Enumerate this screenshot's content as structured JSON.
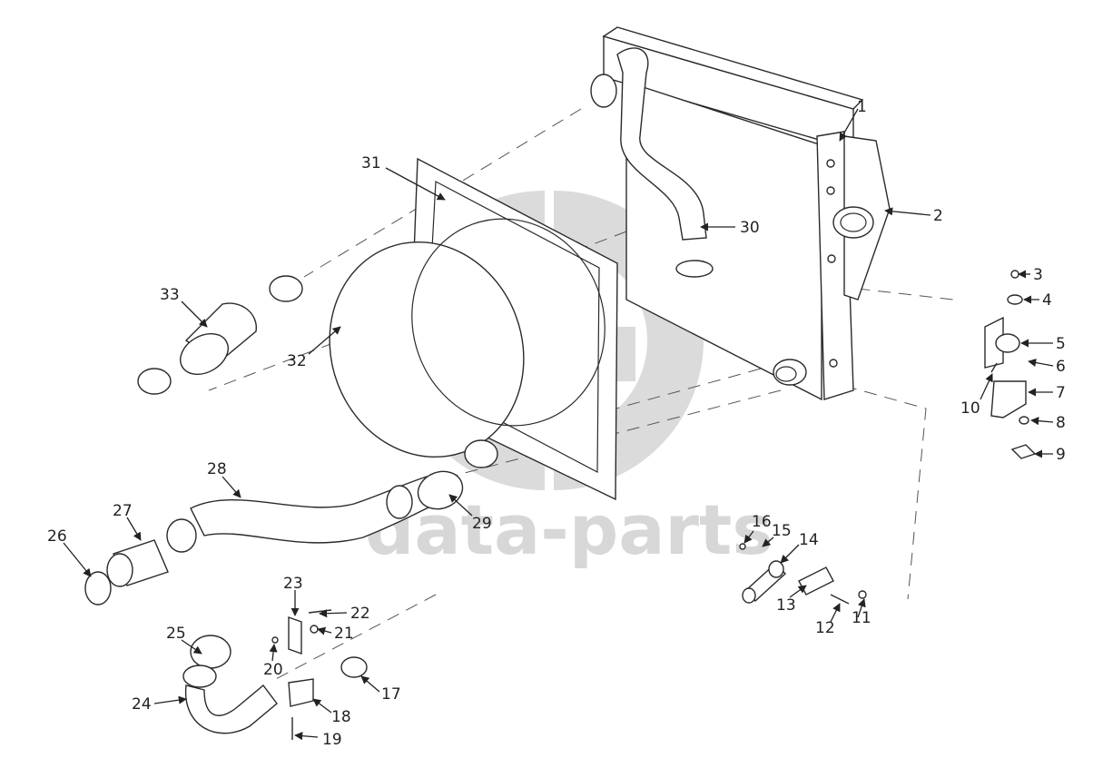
{
  "diagram": {
    "type": "exploded-parts-diagram",
    "line_color": "#2a2a2a",
    "background": "#ffffff",
    "watermark": {
      "text": "data-parts",
      "color": "#bdbdbd"
    },
    "callouts": [
      "1",
      "2",
      "3",
      "4",
      "5",
      "6",
      "7",
      "8",
      "9",
      "10",
      "11",
      "12",
      "13",
      "14",
      "15",
      "16",
      "17",
      "18",
      "19",
      "20",
      "21",
      "22",
      "23",
      "24",
      "25",
      "26",
      "27",
      "28",
      "29",
      "30",
      "31",
      "32",
      "33"
    ]
  }
}
